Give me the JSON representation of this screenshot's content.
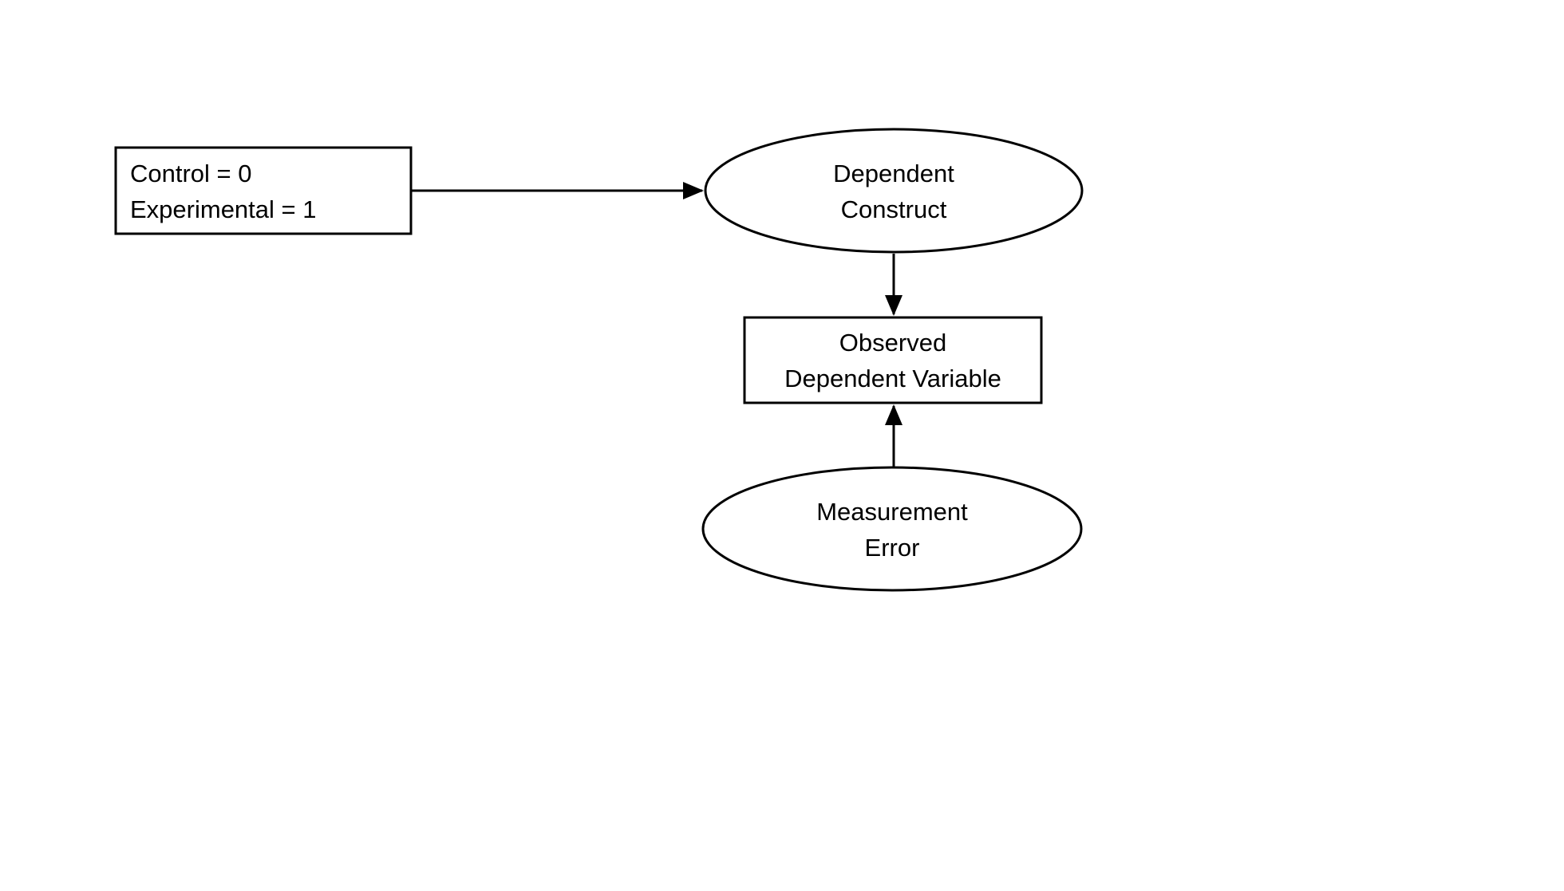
{
  "diagram": {
    "background_color": "#ffffff",
    "stroke_color": "#000000",
    "nodes": {
      "treatment_box": {
        "shape": "rectangle",
        "line1": "Control = 0",
        "line2": "Experimental = 1"
      },
      "dependent_construct": {
        "shape": "ellipse",
        "line1": "Dependent",
        "line2": "Construct"
      },
      "observed_dependent_variable": {
        "shape": "rectangle",
        "line1": "Observed",
        "line2": "Dependent Variable"
      },
      "measurement_error": {
        "shape": "ellipse",
        "line1": "Measurement",
        "line2": "Error"
      }
    },
    "edges": [
      {
        "from": "treatment_box",
        "to": "dependent_construct",
        "direction": "right"
      },
      {
        "from": "dependent_construct",
        "to": "observed_dependent_variable",
        "direction": "down"
      },
      {
        "from": "measurement_error",
        "to": "observed_dependent_variable",
        "direction": "up"
      }
    ]
  }
}
